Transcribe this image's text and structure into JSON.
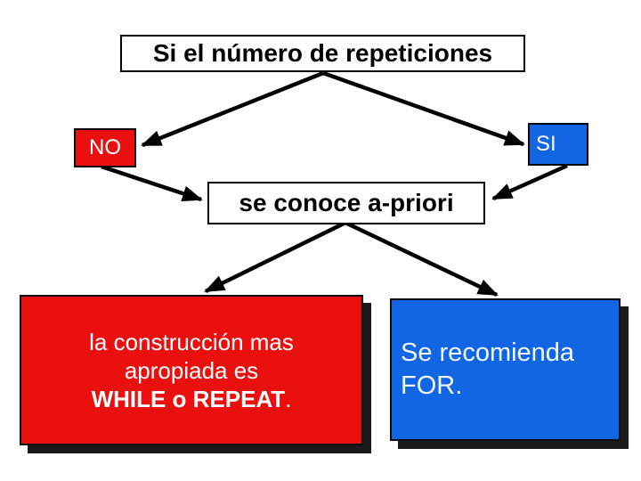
{
  "slide": {
    "title_box": {
      "label": "Si el número de repeticiones"
    },
    "no_box": {
      "label": "NO"
    },
    "si_box": {
      "label": "SI"
    },
    "condition_box": {
      "label": "se conoce a-priori"
    },
    "while_box": {
      "line1": "la construcción mas",
      "line2": "apropiada es",
      "line3_bold": "WHILE o REPEAT",
      "line3_tail": "."
    },
    "for_box": {
      "line1": "Se recomienda",
      "line2": "FOR."
    },
    "colors": {
      "red": "#ea1010",
      "blue": "#1266e4",
      "shadow": "#1a1a1a",
      "arrow": "#000000",
      "box_border": "#000000"
    }
  }
}
